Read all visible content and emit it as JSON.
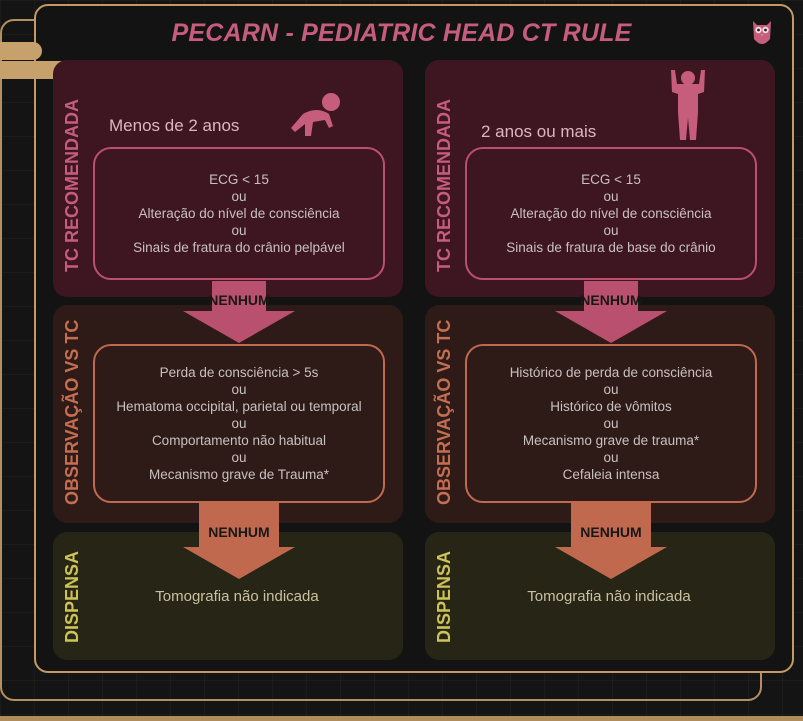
{
  "title": "PECARN - PEDIATRIC HEAD CT RULE",
  "colors": {
    "title": "#c65d7d",
    "frame": "#c39a64",
    "panel_recommended": "#3d1622",
    "panel_observation": "#2e1a17",
    "panel_dispensa": "#272616",
    "arrow_pink": "#b9506f",
    "arrow_orange": "#c0694f"
  },
  "icons": [
    "owl-logo-icon",
    "crawling-baby-icon",
    "child-standing-icon"
  ],
  "sections": {
    "recommended_label": "TC RECOMENDADA",
    "observation_label": "OBSERVAÇÃO VS TC",
    "dispensa_label": "DISPENSA",
    "arrow_label": "NENHUM"
  },
  "columns": [
    {
      "age_group": "Menos de 2 anos",
      "recommended_criteria": [
        "ECG < 15",
        "ou",
        "Alteração do nível de consciência",
        "ou",
        "Sinais de fratura do crânio pelpável"
      ],
      "observation_criteria": [
        "Perda de consciência > 5s",
        "ou",
        "Hematoma occipital, parietal ou temporal",
        "ou",
        "Comportamento não habitual",
        "ou",
        "Mecanismo grave de Trauma*"
      ],
      "dispensa_text": "Tomografia não indicada"
    },
    {
      "age_group": "2 anos ou mais",
      "recommended_criteria": [
        "ECG < 15",
        "ou",
        "Alteração do nível de consciência",
        "ou",
        "Sinais de fratura de base do crânio"
      ],
      "observation_criteria": [
        "Histórico de perda de consciência",
        "ou",
        "Histórico de vômitos",
        "ou",
        "Mecanismo grave de trauma*",
        "ou",
        "Cefaleia intensa"
      ],
      "dispensa_text": "Tomografia não indicada"
    }
  ]
}
